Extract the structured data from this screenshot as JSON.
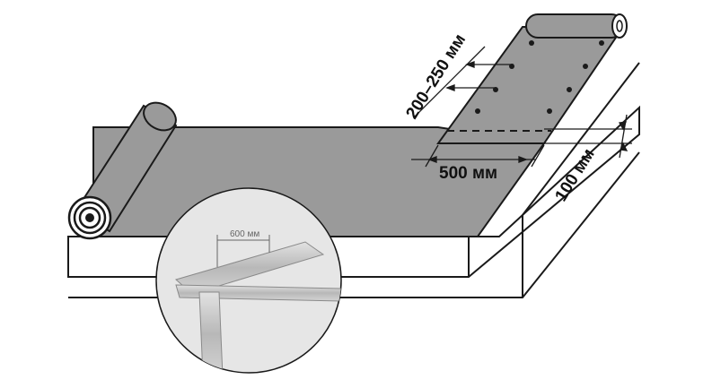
{
  "diagram": {
    "labels": {
      "overlap_fastening_spacing": "200–250 мм",
      "sheet_width": "500 мм",
      "edge_overhang": "100 мм",
      "rafter_spacing": "600 мм"
    },
    "colors": {
      "membrane": "#9a9a9a",
      "roll_end": "#ffffff",
      "outline": "#1a1a1a",
      "background": "#ffffff",
      "inset_background": "#e6e6e6",
      "rafter": "#c8c8c8"
    }
  }
}
